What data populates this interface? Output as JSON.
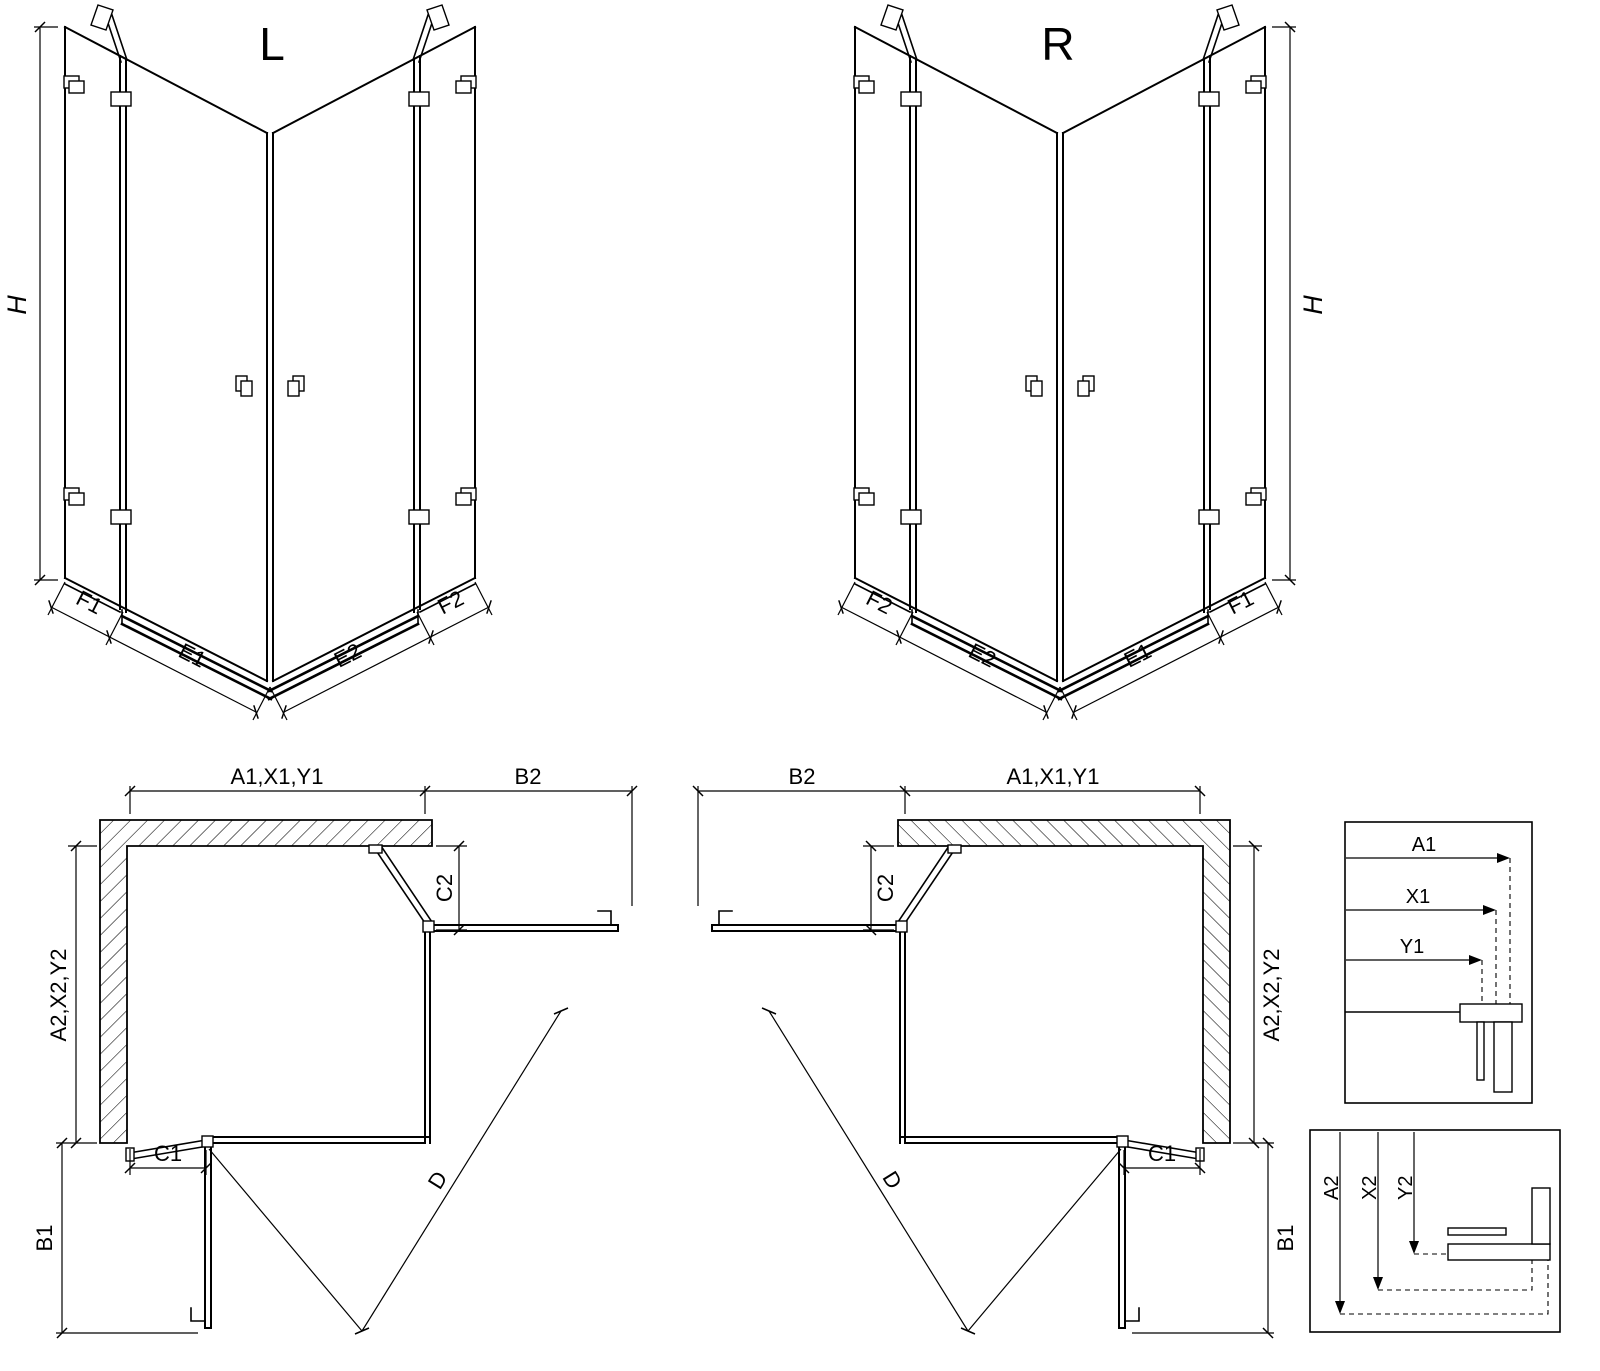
{
  "colors": {
    "line": "#000000",
    "background": "#ffffff"
  },
  "front_left": {
    "variant": "L",
    "h": "H",
    "f1": "F1",
    "e1": "E1",
    "e2": "E2",
    "f2": "F2"
  },
  "front_right": {
    "variant": "R",
    "h": "H",
    "f1": "F1",
    "e1": "E1",
    "e2": "E2",
    "f2": "F2"
  },
  "plan_left": {
    "width": "A1,X1,Y1",
    "b2": "B2",
    "c2": "C2",
    "depth": "A2,X2,Y2",
    "c1": "C1",
    "b1": "B1",
    "d": "D"
  },
  "plan_right": {
    "width": "A1,X1,Y1",
    "b2": "B2",
    "c2": "C2",
    "depth": "A2,X2,Y2",
    "c1": "C1",
    "b1": "B1",
    "d": "D"
  },
  "detail_width": {
    "a1": "A1",
    "x1": "X1",
    "y1": "Y1"
  },
  "detail_depth": {
    "a2": "A2",
    "x2": "X2",
    "y2": "Y2"
  }
}
